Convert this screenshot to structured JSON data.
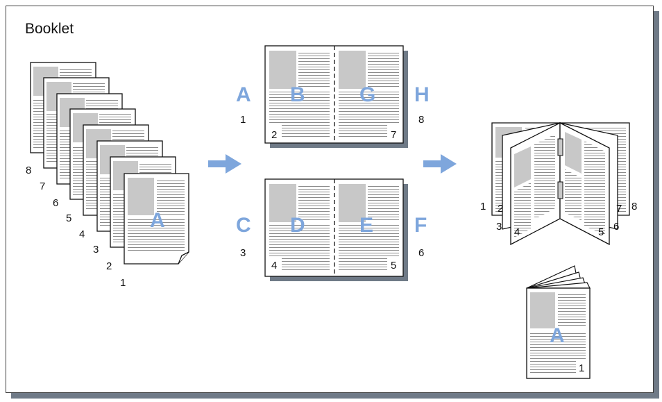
{
  "title": "Booklet",
  "colors": {
    "accent": "#7ea6dc",
    "image_block": "#c8c8c8",
    "frame_shadow": "#6f7a87"
  },
  "source_pages": {
    "letter": "A",
    "numbers": [
      "1",
      "2",
      "3",
      "4",
      "5",
      "6",
      "7",
      "8"
    ]
  },
  "sheet1": {
    "outer_left_letter": "A",
    "outer_left_number": "1",
    "page_left_letter": "B",
    "page_left_number": "2",
    "page_right_letter": "G",
    "page_right_number": "7",
    "outer_right_letter": "H",
    "outer_right_number": "8"
  },
  "sheet2": {
    "outer_left_letter": "C",
    "outer_left_number": "3",
    "page_left_letter": "D",
    "page_left_number": "4",
    "page_right_letter": "E",
    "page_right_number": "5",
    "outer_right_letter": "F",
    "outer_right_number": "6"
  },
  "result_numbers": [
    "1",
    "2",
    "3",
    "4",
    "5",
    "6",
    "7",
    "8"
  ],
  "finished_booklet": {
    "letter": "A",
    "number": "1"
  }
}
